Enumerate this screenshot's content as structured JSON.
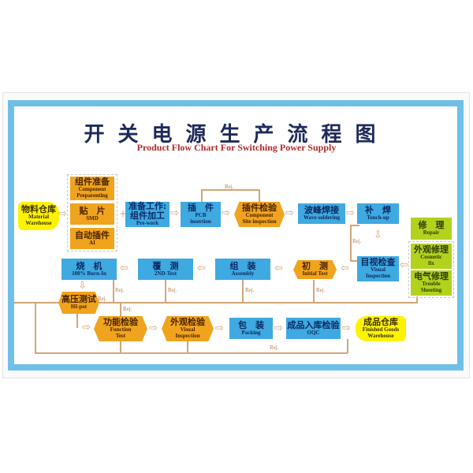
{
  "title": {
    "chinese": "开关电源生产流程图",
    "english": "Product Flow Chart For Switching Power Supply"
  },
  "nodes": {
    "material_warehouse": {
      "cn": "物料仓库",
      "en1": "Material",
      "en2": "Warehouse"
    },
    "component_prep": {
      "cn": "组件准备",
      "en1": "Component",
      "en2": "Preparenting"
    },
    "smd": {
      "cn": "贴　片",
      "en1": "SMD"
    },
    "ai": {
      "cn": "自动插件",
      "en1": "AI"
    },
    "pre_work": {
      "cn1": "准备工作:",
      "cn2": "组件加工",
      "en1": "Pre-work"
    },
    "pcb_insertion": {
      "cn": "插　件",
      "en1": "PCB",
      "en2": "insertion"
    },
    "component_site_inspection": {
      "cn": "插件检验",
      "en1": "Component",
      "en2": "Site inspection"
    },
    "wave_soldering": {
      "cn": "波峰焊接",
      "en1": "Wave soldering"
    },
    "touch_up": {
      "cn": "补　焊",
      "en1": "Touch-up"
    },
    "repair": {
      "cn": "修　理",
      "en1": "Repair"
    },
    "cosmetic_fix": {
      "cn": "外观修理",
      "en1": "Cosmetic",
      "en2": "fix"
    },
    "trouble_shooting": {
      "cn": "电气修理",
      "en1": "Trouble",
      "en2": "Shooting"
    },
    "visual_inspection_1": {
      "cn": "目视检查",
      "en1": "Visual",
      "en2": "Inspection"
    },
    "initial_test": {
      "cn": "初　测",
      "en1": "Initial Test"
    },
    "assembly": {
      "cn": "组　装",
      "en1": "Assembly"
    },
    "second_test": {
      "cn": "覆　测",
      "en1": "2ND-Test"
    },
    "burn_in": {
      "cn": "烧　机",
      "en1": "100% Burn-In"
    },
    "hi_pot": {
      "cn": "高压测试",
      "en1": "HI-pot"
    },
    "function_test": {
      "cn": "功能检验",
      "en1": "Function",
      "en2": "Test"
    },
    "visual_inspection_2": {
      "cn": "外观检验",
      "en1": "Visual",
      "en2": "Inspection"
    },
    "packing": {
      "cn": "包　装",
      "en1": "Packing"
    },
    "oqc": {
      "cn": "成品入库检验",
      "en1": "OQC"
    },
    "finished_goods": {
      "cn": "成品仓库",
      "en1": "Finished Goods",
      "en2": "Warehouse"
    }
  },
  "labels": {
    "rej": "Rej.",
    "plus": "+",
    "arrow_right": "⇨",
    "arrow_left": "⇦",
    "arrow_down": "⇩"
  },
  "colors": {
    "process_blue": "#3fa9e1",
    "inspection_orange": "#f0a41d",
    "repair_green": "#b2d21e",
    "warehouse_yellow": "#fff200",
    "frame_blue": "#6fc0e8",
    "connector_tan": "#d2a679",
    "title_navy": "#1e2a5a",
    "subtitle_red": "#b02a2a"
  }
}
